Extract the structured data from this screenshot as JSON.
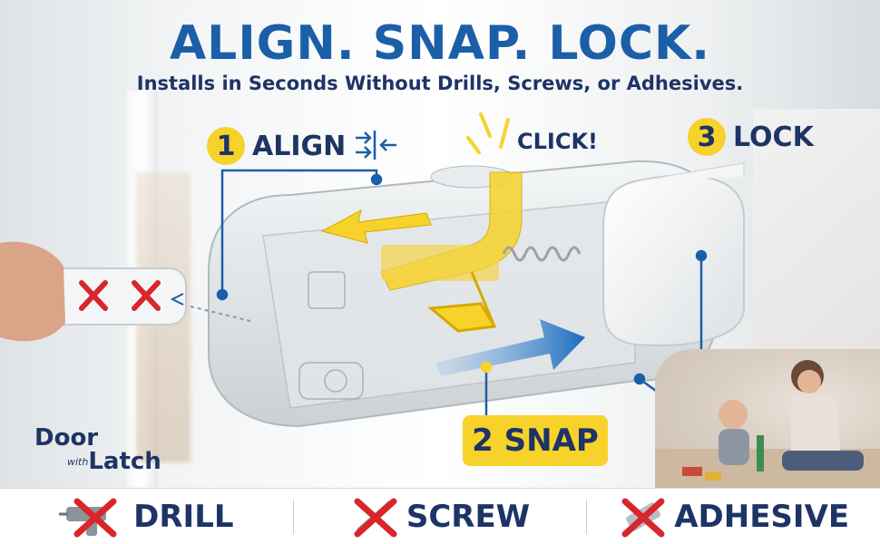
{
  "headline": "ALIGN. SNAP. LOCK.",
  "subheadline": "Installs in Seconds Without Drills, Screws, or Adhesives.",
  "steps": [
    {
      "number": "1",
      "label": "ALIGN"
    },
    {
      "number": "2",
      "label": "SNAP"
    },
    {
      "number": "3",
      "label": "LOCK"
    }
  ],
  "click_label": "CLICK!",
  "logo": {
    "line1": "Door",
    "line2": "with",
    "line3": "Latch"
  },
  "bottom_bar": [
    {
      "label": "DRILL",
      "icon": "crossed-drill-icon"
    },
    {
      "label": "SCREW",
      "icon": "crossed-screwdriver-icon"
    },
    {
      "label": "ADHESIVE",
      "icon": "crossed-tape-icon"
    }
  ],
  "colors": {
    "brand_blue": "#1b5fa8",
    "navy": "#1d3466",
    "accent_yellow": "#f7d22a",
    "cross_red": "#d9262b"
  }
}
